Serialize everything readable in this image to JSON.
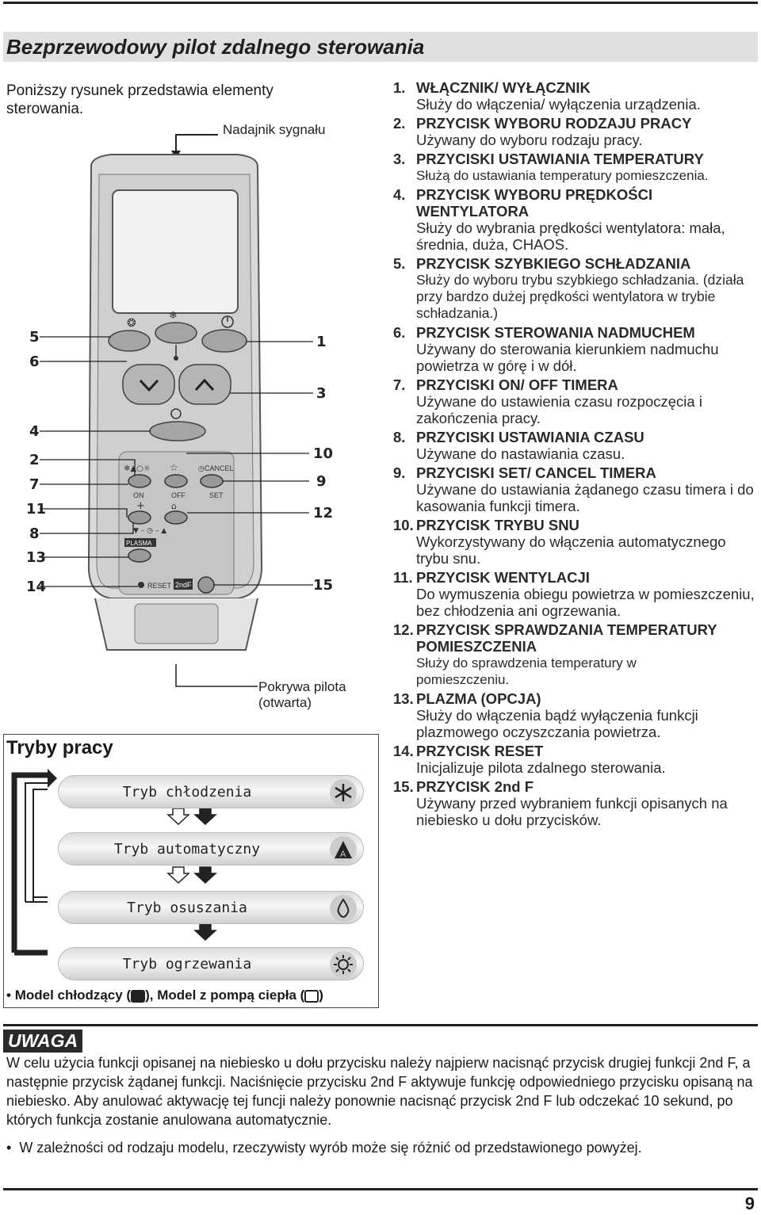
{
  "title": "Bezprzewodowy pilot zdalnego sterowania",
  "intro": "Poniższy rysunek przedstawia elementy sterowania.",
  "diagram": {
    "transmitter_label": "Nadajnik sygnału",
    "cover_label_line1": "Pokrywa pilota",
    "cover_label_line2": "(otwarta)",
    "left_numbers": [
      "5",
      "6",
      "4",
      "2",
      "7",
      "11",
      "8",
      "13",
      "14"
    ],
    "right_numbers": [
      "1",
      "3",
      "10",
      "9",
      "12",
      "15"
    ],
    "button_texts": {
      "cancel": "CANCEL",
      "on": "ON",
      "off": "OFF",
      "set": "SET",
      "plasma": "PLASMA",
      "reset": "RESET",
      "second_f": "2ndF"
    }
  },
  "modes": {
    "title": "Tryby pracy",
    "items": [
      {
        "label": "Tryb chłodzenia",
        "icon": "snowflake-icon"
      },
      {
        "label": "Tryb automatyczny",
        "icon": "auto-icon"
      },
      {
        "label": "Tryb osuszania",
        "icon": "drop-icon"
      },
      {
        "label": "Tryb ogrzewania",
        "icon": "sun-icon"
      }
    ],
    "model_note_a": "Model chłodzący (",
    "model_note_b": "), Model z pompą ciepła (",
    "model_note_c": ")"
  },
  "list": [
    {
      "num": "1.",
      "title": "WŁĄCZNIK/ WYŁĄCZNIK",
      "desc": "Służy do włączenia/ wyłączenia urządzenia."
    },
    {
      "num": "2.",
      "title": "PRZYCISK WYBORU RODZAJU PRACY",
      "desc": "Używany do wyboru rodzaju pracy."
    },
    {
      "num": "3.",
      "title": "PRZYCISKI USTAWIANIA TEMPERATURY",
      "desc": "Służą do ustawiania temperatury pomieszczenia."
    },
    {
      "num": "4.",
      "title": "PRZYCISK WYBORU PRĘDKOŚCI WENTYLATORA",
      "desc": "Służy do wybrania prędkości wentylatora: mała, średnia, duża, CHAOS."
    },
    {
      "num": "5.",
      "title": "PRZYCISK SZYBKIEGO SCHŁADZANIA",
      "desc": "Służy do wyboru trybu szybkiego schładzania. (działa przy bardzo dużej prędkości wentylatora w trybie schładzania.)"
    },
    {
      "num": "6.",
      "title": "PRZYCISK STEROWANIA NADMUCHEM",
      "desc": "Używany do sterowania kierunkiem nadmuchu powietrza w górę i w dół."
    },
    {
      "num": "7.",
      "title": "PRZYCISKI ON/ OFF TIMERA",
      "desc": "Używane do ustawienia czasu rozpoczęcia i zakończenia pracy."
    },
    {
      "num": "8.",
      "title": "PRZYCISKI USTAWIANIA CZASU",
      "desc": "Używane do nastawiania czasu."
    },
    {
      "num": "9.",
      "title": "PRZYCISKI SET/ CANCEL TIMERA",
      "desc": "Używane do ustawiania żądanego czasu timera i do kasowania funkcji timera."
    },
    {
      "num": "10.",
      "title": "PRZYCISK TRYBU SNU",
      "desc": "Wykorzystywany do włączenia automatycznego trybu snu."
    },
    {
      "num": "11.",
      "title": "PRZYCISK WENTYLACJI",
      "desc": "Do wymuszenia obiegu powietrza w pomieszczeniu, bez chłodzenia ani ogrzewania."
    },
    {
      "num": "12.",
      "title": "PRZYCISK SPRAWDZANIA TEMPERATURY POMIESZCZENIA",
      "desc": "Służy do sprawdzenia temperatury w pomieszczeniu."
    },
    {
      "num": "13.",
      "title": "PLAZMA (OPCJA)",
      "desc": "Służy do włączenia bądź wyłączenia funkcji plazmowego oczyszczania powietrza."
    },
    {
      "num": "14.",
      "title": "PRZYCISK RESET",
      "desc": "Inicjalizuje pilota zdalnego sterowania."
    },
    {
      "num": "15.",
      "title": "PRZYCISK 2nd F",
      "desc": "Używany przed wybraniem funkcji opisanych na niebiesko u dołu przycisków."
    }
  ],
  "uwaga": {
    "label": "UWAGA",
    "text": "W celu użycia funkcji opisanej na niebiesko u dołu przycisku należy najpierw nacisnąć przycisk drugiej funkcji 2nd F, a następnie przycisk żądanej funkcji. Naciśnięcie przycisku 2nd F aktywuje funkcję odpowiedniego przycisku opisaną na niebiesko. Aby anulować aktywację tej funcji należy ponownie nacisnąć przycisk 2nd F lub odczekać 10 sekund, po których funkcja zostanie anulowana automatycznie.",
    "bullet": "W zależności od rodzaju modelu, rzeczywisty wyrób może się różnić od przedstawionego powyżej."
  },
  "page_number": "9"
}
